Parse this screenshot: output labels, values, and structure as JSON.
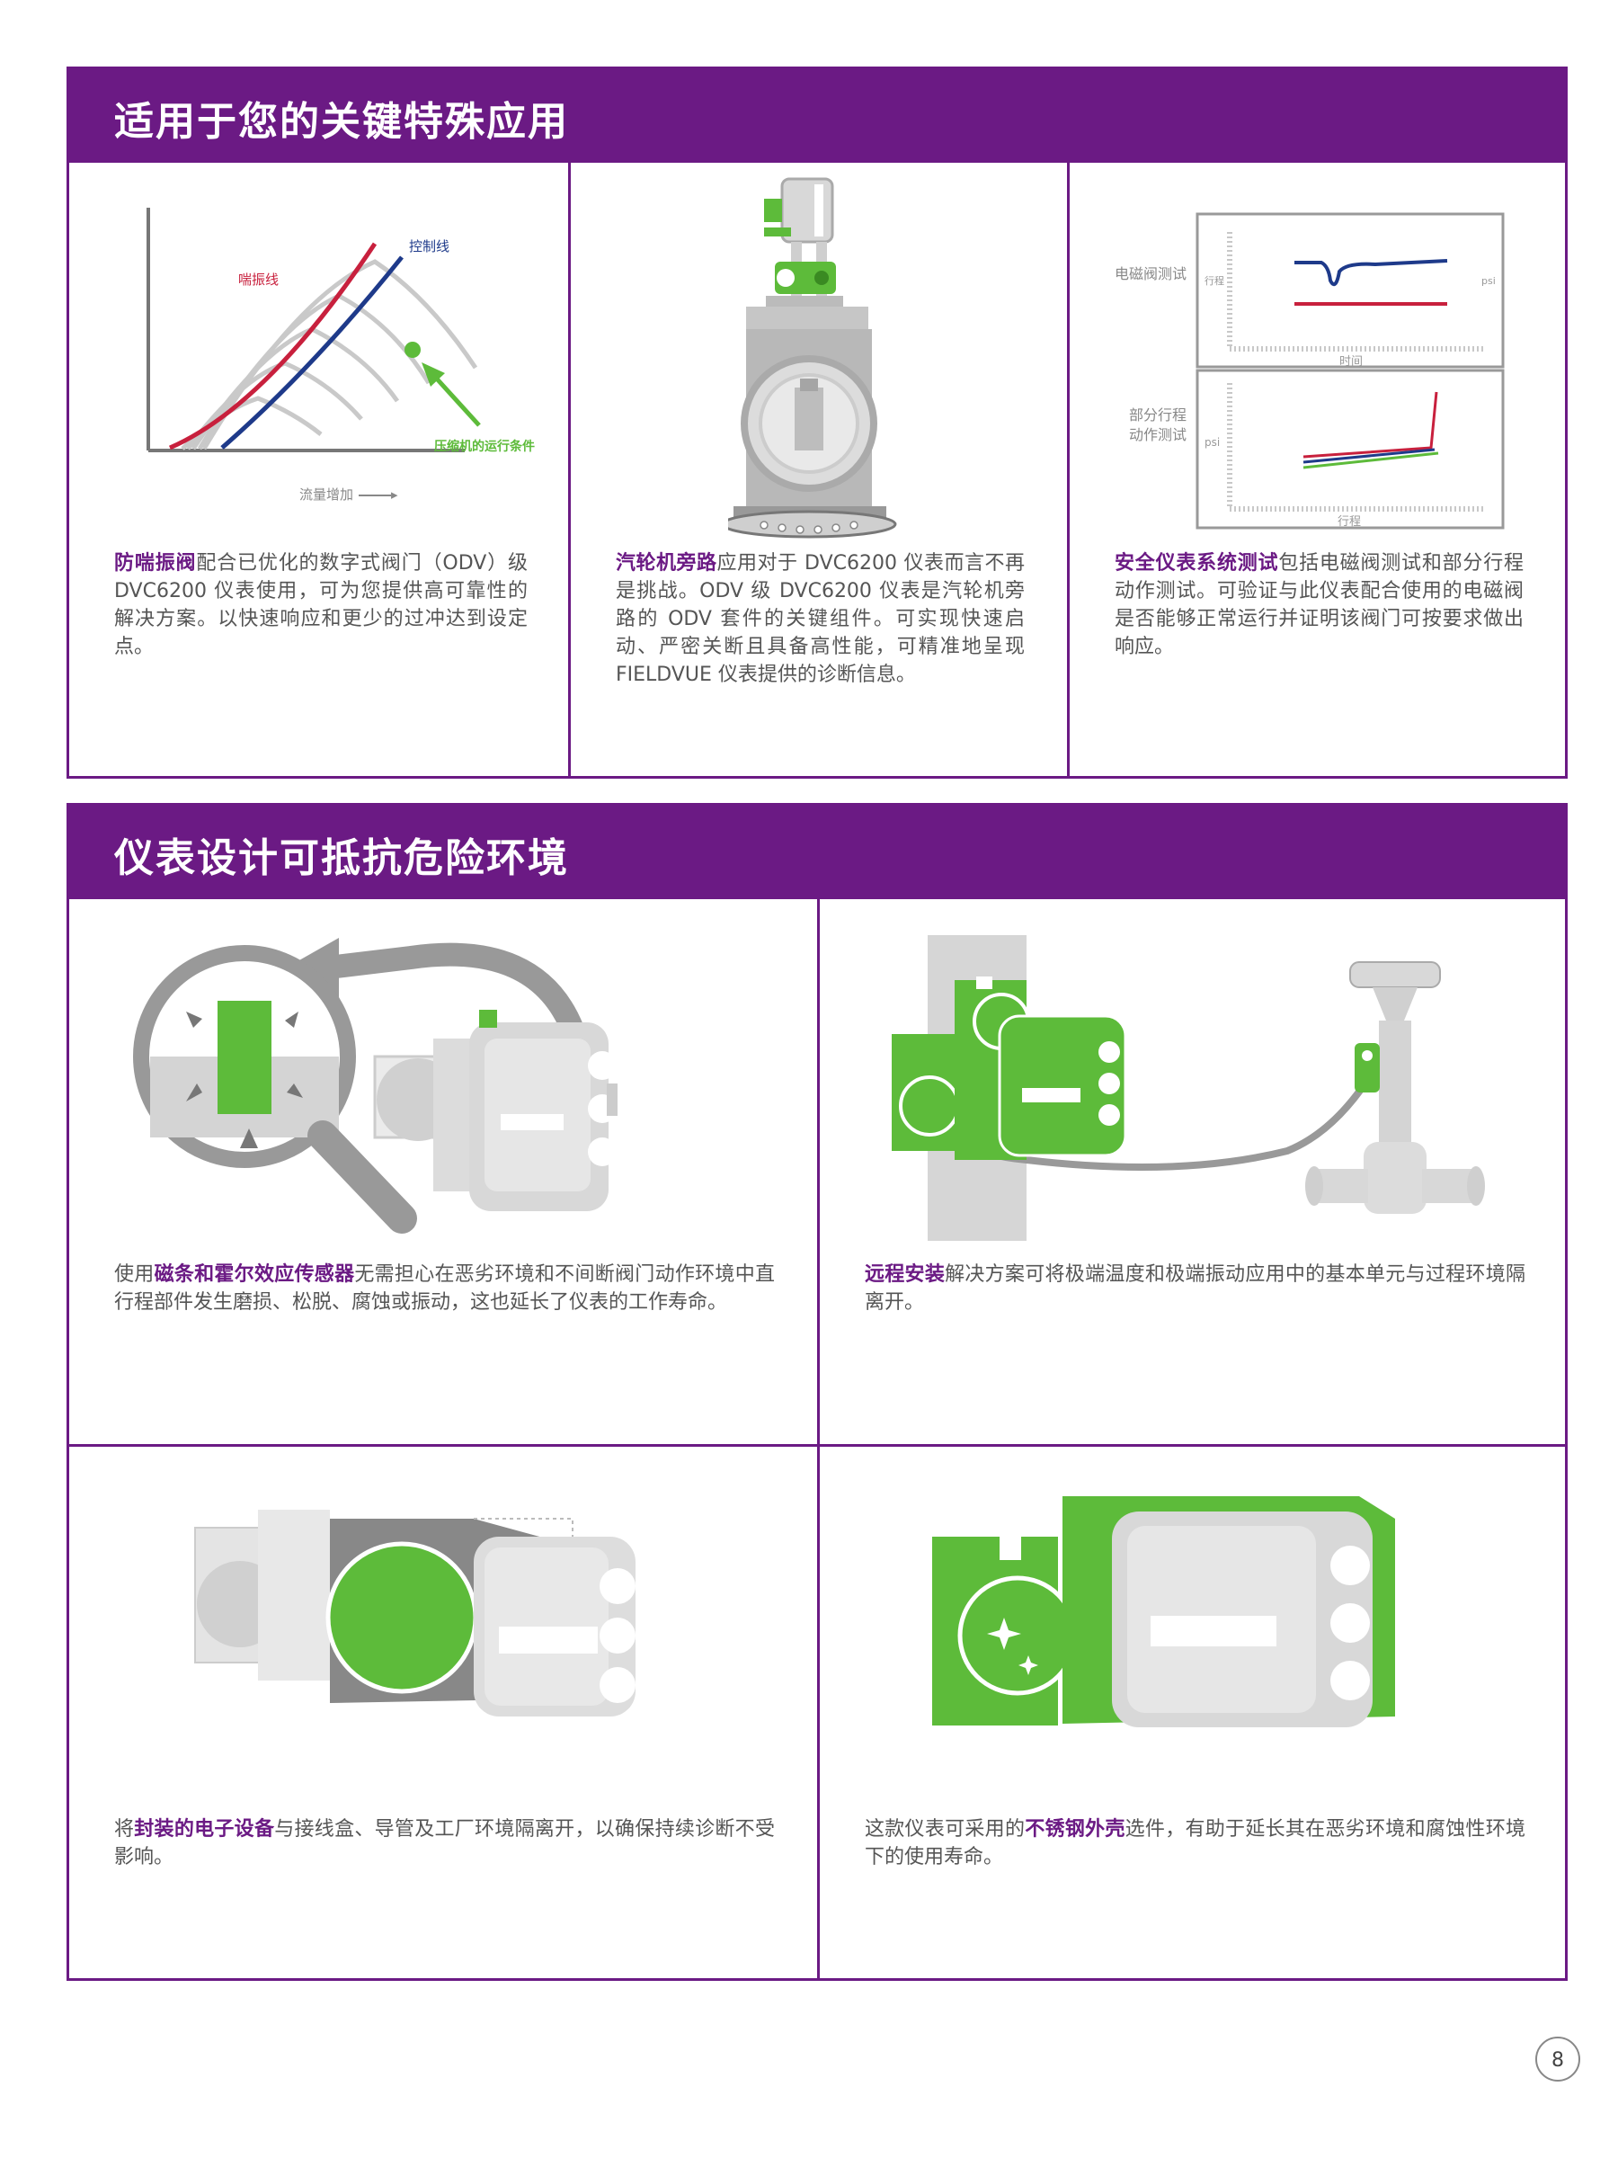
{
  "sections": [
    {
      "title": "适用于您的关键特殊应用",
      "cards": [
        {
          "highlight": "防喘振阀",
          "text": "配合已优化的数字式阀门（ODV）级 DVC6200 仪表使用，可为您提供高可靠性的解决方案。以快速响应和更少的过冲达到设定点。",
          "figure": {
            "surge_line": "喘振线",
            "control_line": "控制线",
            "operating_point": "压缩机的运行条件 A",
            "flow_axis": "流量增加"
          }
        },
        {
          "highlight": "汽轮机旁路",
          "text": "应用对于 DVC6200 仪表而言不再是挑战。ODV 级 DVC6200 仪表是汽轮机旁路的 ODV 套件的关键组件。可实现快速启动、严密关断且具备高性能，可精准地呈现 FIELDVUE 仪表提供的诊断信息。"
        },
        {
          "highlight": "安全仪表系统测试",
          "text": "包括电磁阀测试和部分行程动作测试。可验证与此仪表配合使用的电磁阀是否能够正常运行并证明该阀门可按要求做出响应。",
          "figure": {
            "top_chart_label": "电磁阀测试",
            "top_left_axis": "行程",
            "top_right_axis": "psi",
            "top_x_axis": "时间",
            "bottom_chart_label_1": "部分行程",
            "bottom_chart_label_2": "动作测试",
            "bottom_left_axis": "psi",
            "bottom_x_axis": "行程"
          }
        }
      ]
    },
    {
      "title": "仪表设计可抵抗危险环境",
      "cards": [
        {
          "prefix": "使用",
          "highlight": "磁条和霍尔效应传感器",
          "text": "无需担心在恶劣环境和不间断阀门动作环境中直行程部件发生磨损、松脱、腐蚀或振动，这也延长了仪表的工作寿命。"
        },
        {
          "highlight": "远程安装",
          "text": "解决方案可将极端温度和极端振动应用中的基本单元与过程环境隔离开。"
        },
        {
          "prefix": "将",
          "highlight": "封装的电子设备",
          "text": "与接线盒、导管及工厂环境隔离开，以确保持续诊断不受影响。"
        },
        {
          "prefix": "这款仪表可采用的",
          "highlight": "不锈钢外壳",
          "text": "选件，有助于延长其在恶劣环境和腐蚀性环境下的使用寿命。"
        }
      ]
    }
  ],
  "page_number": "8",
  "colors": {
    "purple": "#6b1a84",
    "green": "#5dbb3a",
    "red": "#c8203d",
    "blue": "#1e3a8a",
    "gray": "#d4d4d4"
  }
}
